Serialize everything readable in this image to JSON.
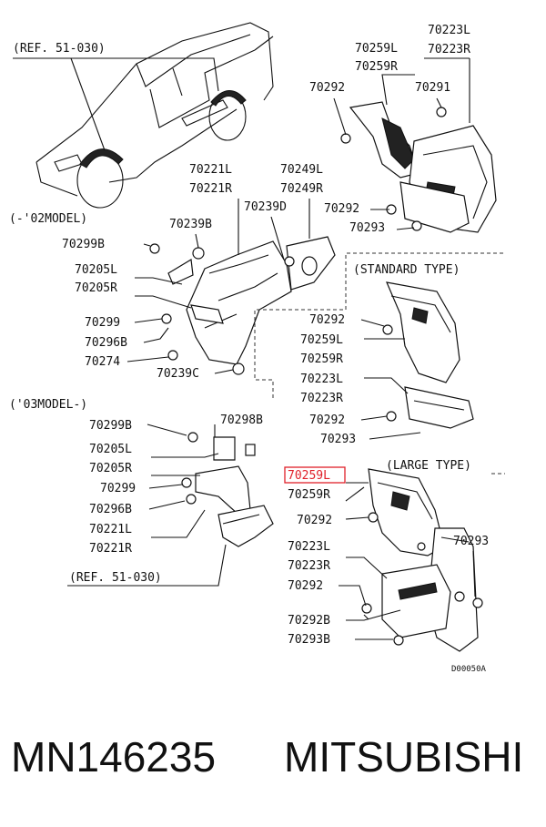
{
  "labels": {
    "ref_top": "(REF. 51-030)",
    "model_02": "(-'02MODEL)",
    "model_03": "('03MODEL-)",
    "standard_type": "(STANDARD TYPE)",
    "large_type": "(LARGE TYPE)",
    "ref_bottom": "(REF. 51-030)",
    "image_code": "D00050A",
    "p70259L_a": "70259L",
    "p70259R_a": "70259R",
    "p70223L_a": "70223L",
    "p70223R_a": "70223R",
    "p70292_a": "70292",
    "p70291": "70291",
    "p70292_b": "70292",
    "p70293_a": "70293",
    "p70221L_a": "70221L",
    "p70221R_a": "70221R",
    "p70249L": "70249L",
    "p70249R": "70249R",
    "p70239B": "70239B",
    "p70239D": "70239D",
    "p70299B_a": "70299B",
    "p70205L_a": "70205L",
    "p70205R_a": "70205R",
    "p70299_a": "70299",
    "p70296B_a": "70296B",
    "p70274": "70274",
    "p70239C": "70239C",
    "p70292_c": "70292",
    "p70259L_b": "70259L",
    "p70259R_b": "70259R",
    "p70223L_b": "70223L",
    "p70223R_b": "70223R",
    "p70292_d": "70292",
    "p70293_b": "70293",
    "p70299B_b": "70299B",
    "p70298B": "70298B",
    "p70205L_b": "70205L",
    "p70205R_b": "70205R",
    "p70299_b": "70299",
    "p70296B_b": "70296B",
    "p70221L_b": "70221L",
    "p70221R_b": "70221R",
    "p70259L_hl": "70259L",
    "p70259R_c": "70259R",
    "p70292_e": "70292",
    "p70223L_c": "70223L",
    "p70223R_c": "70223R",
    "p70292_f": "70292",
    "p70293_c": "70293",
    "p70292B": "70292B",
    "p70293B": "70293B"
  },
  "footer": {
    "part_number": "MN146235",
    "brand": "MITSUBISHI"
  },
  "colors": {
    "highlight": "#e0202a",
    "ink": "#111111"
  }
}
